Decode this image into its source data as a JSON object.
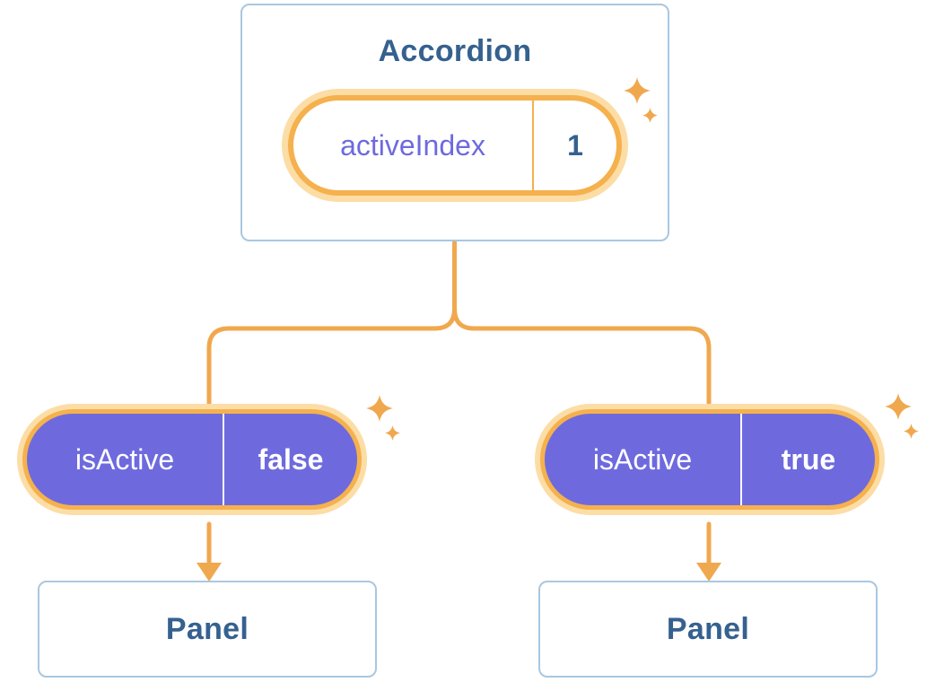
{
  "colors": {
    "text_blue": "#35618f",
    "purple_text": "#6e6ade",
    "pill_purple": "#6e6ade",
    "orange": "#f0a84e",
    "orange_border": "#f5b14d",
    "orange_glow": "#fcdda6",
    "card_border": "#a9c7e0",
    "card_bg": "#ffffff"
  },
  "accordion": {
    "title": "Accordion",
    "state_pill": {
      "label": "activeIndex",
      "value": "1"
    }
  },
  "children": [
    {
      "pill": {
        "label": "isActive",
        "value": "false"
      },
      "panel_title": "Panel"
    },
    {
      "pill": {
        "label": "isActive",
        "value": "true"
      },
      "panel_title": "Panel"
    }
  ]
}
